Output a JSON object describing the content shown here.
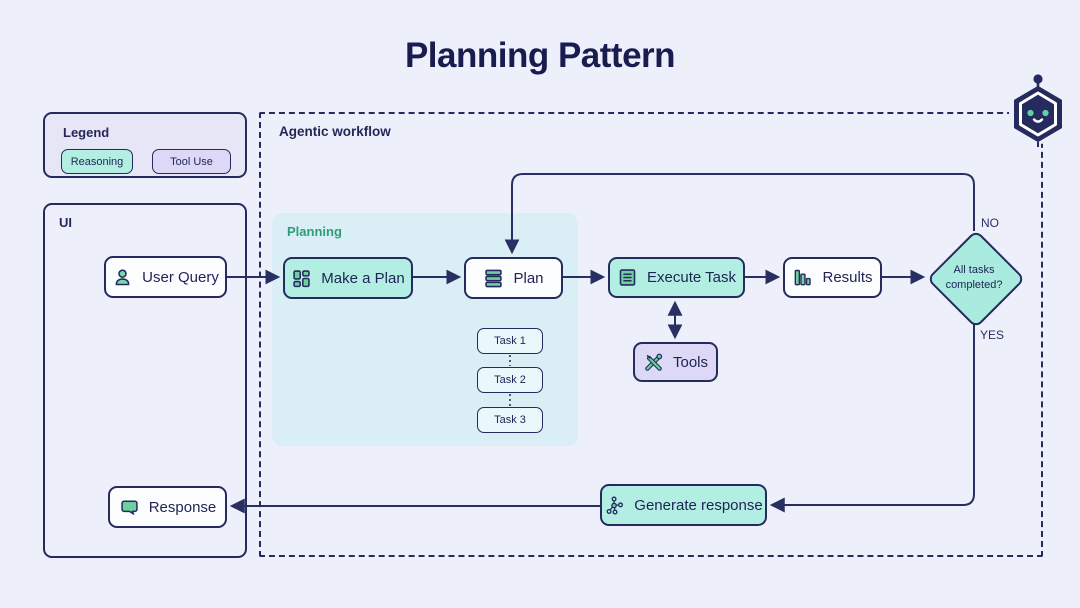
{
  "title": "Planning Pattern",
  "legend": {
    "title": "Legend",
    "reasoning_label": "Reasoning",
    "tool_use_label": "Tool Use"
  },
  "ui_panel": {
    "title": "UI",
    "user_query_label": "User Query",
    "response_label": "Response"
  },
  "workflow": {
    "title": "Agentic workflow",
    "planning": {
      "title": "Planning",
      "make_a_plan_label": "Make a Plan",
      "plan_label": "Plan",
      "tasks": [
        "Task 1",
        "Task 2",
        "Task 3"
      ]
    },
    "execute_task_label": "Execute Task",
    "results_label": "Results",
    "tools_label": "Tools",
    "generate_response_label": "Generate response",
    "decision": {
      "label": "All tasks completed?",
      "no_label": "NO",
      "yes_label": "YES"
    }
  },
  "icons": {
    "user_query": "user-icon",
    "make_a_plan": "kanban-grid-icon",
    "plan": "stacked-list-icon",
    "execute_task": "task-list-icon",
    "results": "bar-chart-icon",
    "tools": "wrench-screwdriver-icon",
    "generate_response": "network-icon",
    "response": "speech-bubble-icon",
    "robot": "robot-icon"
  },
  "colors": {
    "background": "#edf0fa",
    "navy": "#262b5f",
    "teal_node_fill": "#b2eee2",
    "white_node_fill": "#fbfdff",
    "lavender_fill": "#dcd8f6",
    "legend_fill": "#e7e6f7",
    "planning_panel_fill": "#d9eff5",
    "task_fill": "#e9f8fa",
    "diamond_fill": "#a9ebde",
    "icon_green": "#6fd09f",
    "planning_label_color": "#2f9c78"
  }
}
